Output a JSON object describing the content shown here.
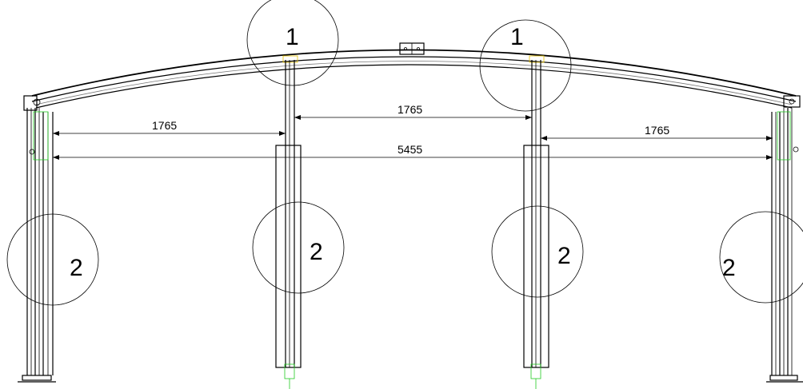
{
  "drawing": {
    "dimensions": {
      "left_bay": "1765",
      "middle_bay": "1765",
      "right_bay": "1765",
      "overall": "5455"
    },
    "callouts": {
      "roof_joint_left": "1",
      "roof_joint_right": "1",
      "post_left_outer": "2",
      "post_left_inner": "2",
      "post_right_inner": "2",
      "post_right_outer": "2"
    },
    "colors": {
      "line": "#000000",
      "highlight_green": "#22cc22",
      "highlight_yellow": "#e6c200"
    }
  }
}
